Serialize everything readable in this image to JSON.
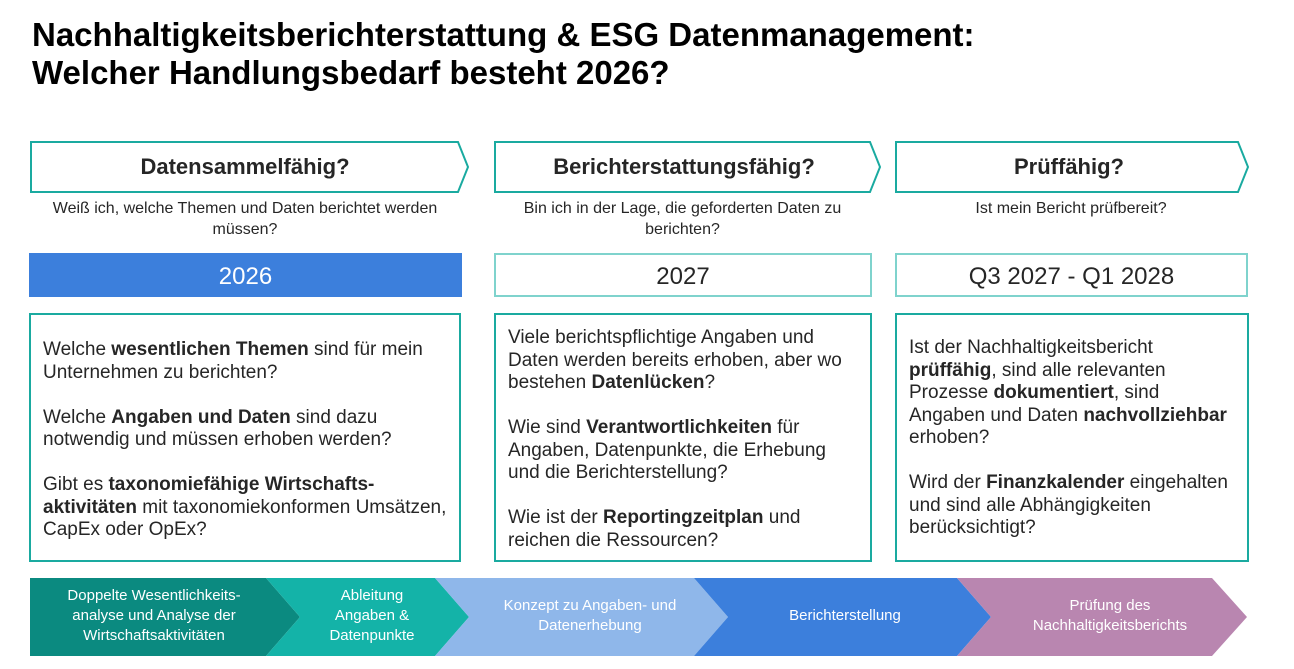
{
  "title": {
    "line1": "Nachhaltigkeitsberichterstattung & ESG Datenmanagement:",
    "line2": "Welcher Handlungsbedarf besteht 2026?"
  },
  "columns": [
    {
      "heading": "Datensammelfähig?",
      "question": "Weiß ich, welche Themen und Daten berichtet werden müssen?",
      "date": "2026",
      "active": true,
      "paragraphs": [
        [
          {
            "t": "Welche "
          },
          {
            "t": "wesentlichen Themen",
            "b": true
          },
          {
            "t": " sind für mein Unternehmen zu berichten?"
          }
        ],
        [
          {
            "t": "Welche "
          },
          {
            "t": "Angaben und Daten",
            "b": true
          },
          {
            "t": " sind dazu notwendig und müssen erhoben werden?"
          }
        ],
        [
          {
            "t": "Gibt es "
          },
          {
            "t": "taxonomiefähige Wirtschafts-aktivitäten",
            "b": true
          },
          {
            "t": " mit  taxonomiekonformen Umsätzen,  CapEx oder OpEx?"
          }
        ]
      ]
    },
    {
      "heading": "Berichterstattungsfähig?",
      "question": "Bin ich in der Lage, die geforderten Daten zu berichten?",
      "date": "2027",
      "active": false,
      "paragraphs": [
        [
          {
            "t": "Viele berichtspflichtige Angaben und Daten werden bereits erhoben, aber wo bestehen "
          },
          {
            "t": "Datenlücken",
            "b": true
          },
          {
            "t": "?"
          }
        ],
        [
          {
            "t": "Wie sind "
          },
          {
            "t": "Verantwortlichkeiten",
            "b": true
          },
          {
            "t": " für Angaben, Datenpunkte, die Erhebung und die Berichterstellung?"
          }
        ],
        [
          {
            "t": "Wie ist der "
          },
          {
            "t": "Reportingzeitplan",
            "b": true
          },
          {
            "t": " und reichen die Ressourcen?"
          }
        ]
      ]
    },
    {
      "heading": "Prüffähig?",
      "question": "Ist mein Bericht prüfbereit?",
      "date": "Q3 2027 -  Q1 2028",
      "active": false,
      "paragraphs": [
        [
          {
            "t": "Ist der Nachhaltigkeitsbericht "
          },
          {
            "t": "prüffähig",
            "b": true
          },
          {
            "t": ", sind alle relevanten Prozesse "
          },
          {
            "t": "dokumentiert",
            "b": true
          },
          {
            "t": ", sind Angaben und Daten "
          },
          {
            "t": "nachvollziehbar",
            "b": true
          },
          {
            "t": " erhoben?"
          }
        ],
        [
          {
            "t": "Wird der "
          },
          {
            "t": "Finanzkalender",
            "b": true
          },
          {
            "t": " eingehalten und sind alle Abhängigkeiten berücksichtigt?"
          }
        ]
      ]
    }
  ],
  "process": [
    {
      "label": "Doppelte Wesentlichkeits-analyse und Analyse der Wirtschaftsaktivitäten",
      "color": "#0b8a80",
      "text_color": "#ffffff"
    },
    {
      "label": "Ableitung Angaben & Datenpunkte",
      "color": "#14b3a8",
      "text_color": "#ffffff"
    },
    {
      "label": "Konzept zu Angaben- und Datenerhebung",
      "color": "#8fb7ea",
      "text_color": "#ffffff"
    },
    {
      "label": "Berichterstellung",
      "color": "#3c7fdc",
      "text_color": "#ffffff"
    },
    {
      "label": "Prüfung des Nachhaltigkeitsberichts",
      "color": "#b986b0",
      "text_color": "#ffffff"
    }
  ],
  "colors": {
    "teal_border": "#1aaaa0",
    "light_teal_border": "#7fd3cd",
    "accent_blue": "#3c7fdc"
  }
}
